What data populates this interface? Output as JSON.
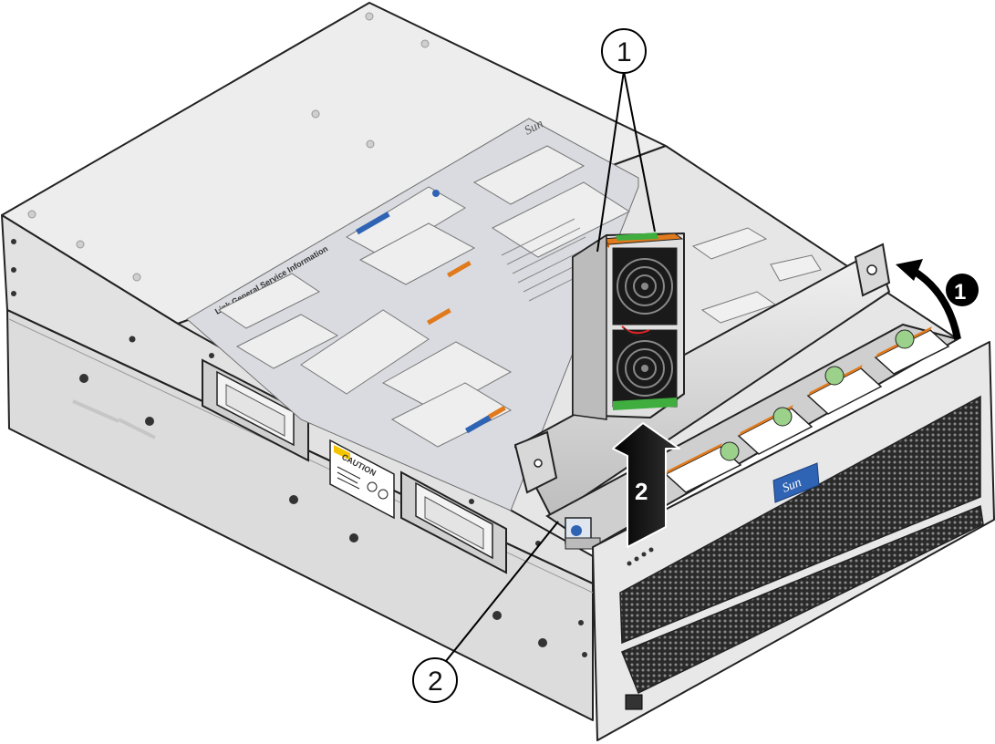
{
  "figure": {
    "callouts": [
      {
        "id": "callout-1",
        "label": "1"
      },
      {
        "id": "callout-2",
        "label": "2"
      }
    ],
    "steps": [
      {
        "id": "step-1",
        "label": "1",
        "action": "open fan door"
      },
      {
        "id": "step-2",
        "label": "2",
        "action": "lift fan module"
      }
    ],
    "labels": {
      "service_label_title": "Sun",
      "service_label_heading": "Link General Service Information",
      "caution_text": "CAUTION",
      "bezel_logo": "Sun"
    },
    "colors": {
      "chassis": "#ececec",
      "chassis_shadow": "#cfcfcf",
      "outline": "#222222",
      "label_blue": "#2f63b4",
      "fan_accent_orange": "#e07a1c",
      "fan_accent_green": "#3fae3f",
      "mesh": "#1a1a1a",
      "arrow_black": "#000000"
    }
  }
}
